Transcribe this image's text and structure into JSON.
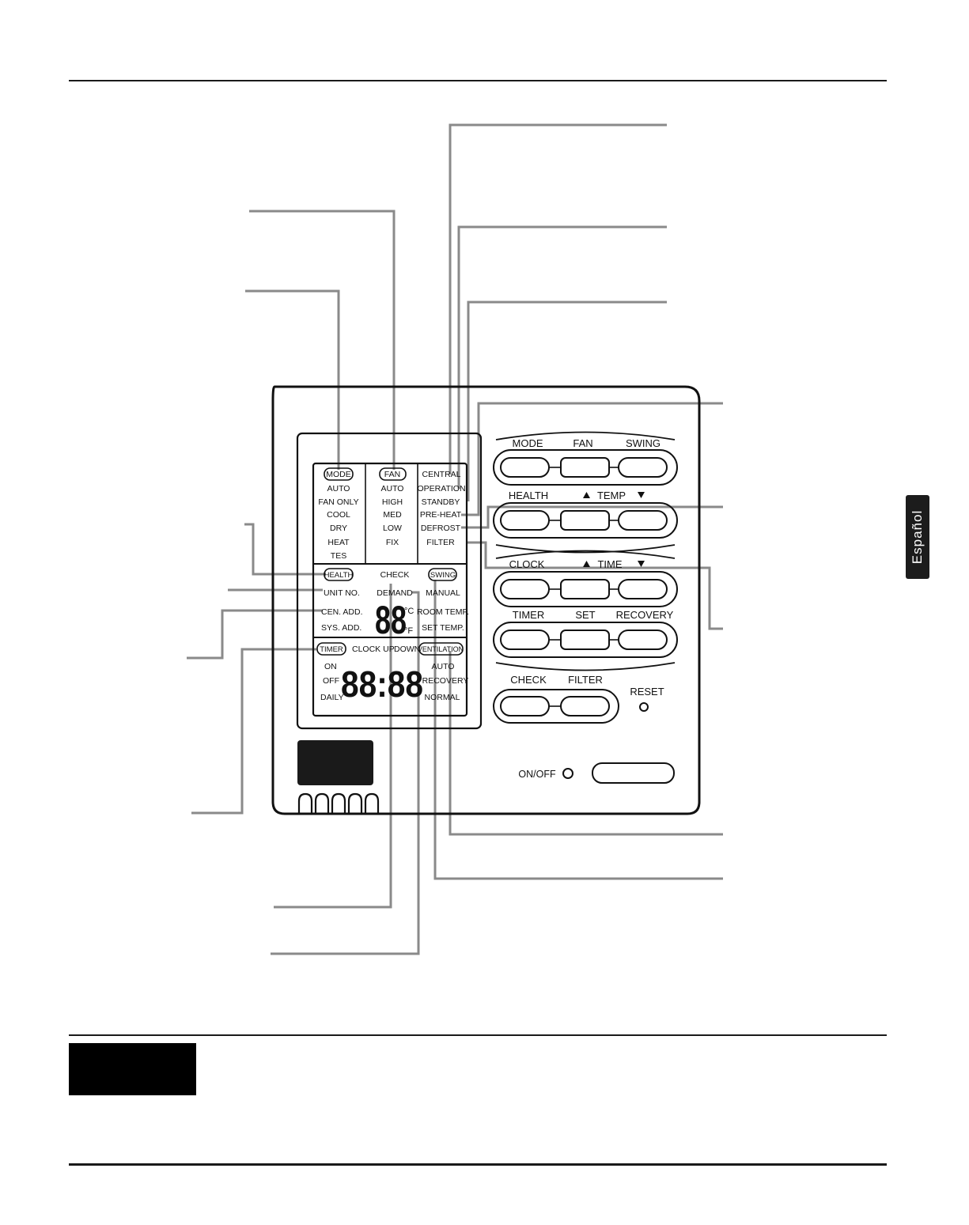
{
  "side_tab": {
    "label": "Español"
  },
  "lcd": {
    "mode": {
      "title": "MODE",
      "items": [
        "AUTO",
        "FAN ONLY",
        "COOL",
        "DRY",
        "HEAT",
        "TES"
      ]
    },
    "fan": {
      "title": "FAN",
      "items": [
        "AUTO",
        "HIGH",
        "MED",
        "LOW",
        "FIX"
      ]
    },
    "status": {
      "items": [
        "CENTRAL",
        "OPERATION",
        "STANDBY",
        "PRE-HEAT",
        "DEFROST",
        "FILTER"
      ]
    },
    "health": "HEALTH",
    "check": "CHECK",
    "swing": "SWING",
    "unit_no": "UNIT NO.",
    "demand": "DEMAND",
    "manual": "MANUAL",
    "cen_add": "CEN. ADD.",
    "sys_add": "SYS. ADD.",
    "temp_digits": "88",
    "unit_c": "°C",
    "unit_f": "°F",
    "room_temp": "ROOM TEMP.",
    "set_temp": "SET TEMP.",
    "timer": "TIMER",
    "clock_up": "CLOCK UP",
    "down": "DOWN",
    "ventilation": "VENTILATION",
    "on": "ON",
    "off": "OFF",
    "daily": "DAILY",
    "time_digits": "88:88",
    "vent_auto": "AUTO",
    "vent_recovery": "RECOVERY",
    "vent_normal": "NORMAL"
  },
  "buttons": {
    "row1": [
      "MODE",
      "FAN",
      "SWING"
    ],
    "row2": {
      "left": "HEALTH",
      "temp": "TEMP"
    },
    "row3": {
      "left": "CLOCK",
      "time": "TIME"
    },
    "row4": [
      "TIMER",
      "SET",
      "RECOVERY"
    ],
    "row5": [
      "CHECK",
      "FILTER"
    ],
    "reset": "RESET",
    "on_off": "ON/OFF"
  }
}
